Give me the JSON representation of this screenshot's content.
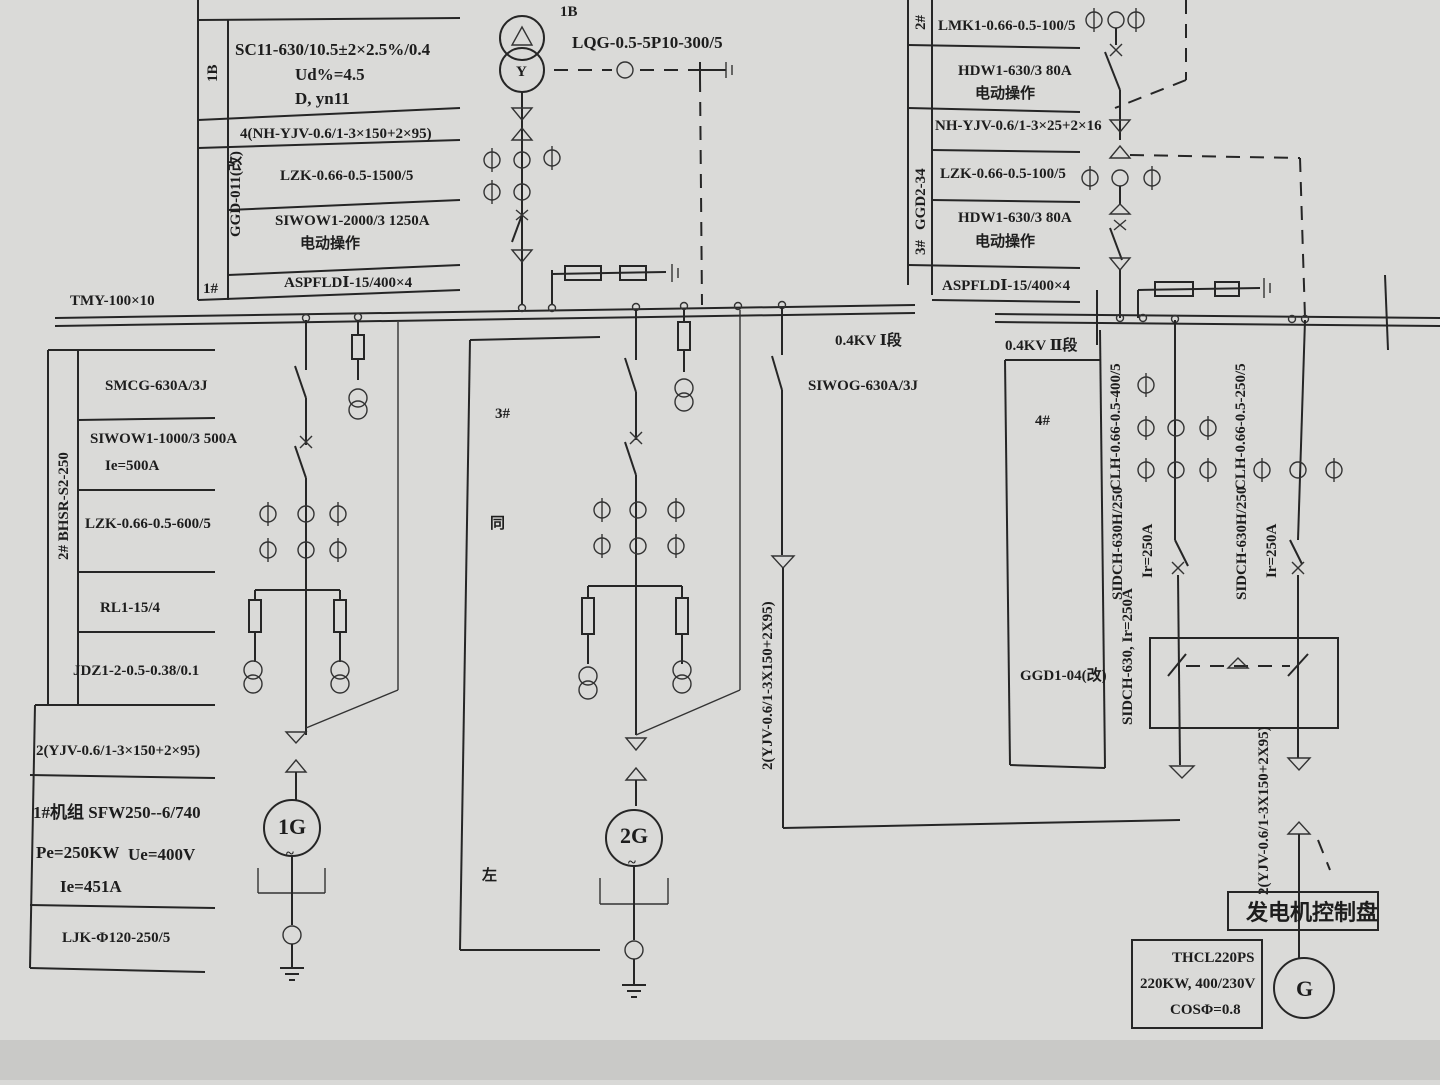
{
  "colors": {
    "paper": "#d9d9d7",
    "ink": "#262626"
  },
  "transformer": {
    "model": "SC11-630/10.5±2×2.5%/0.4",
    "ud": "Ud%=4.5",
    "conn": "D, yn11",
    "panel_side_label": "1B",
    "tag": "1B",
    "cable": "4(NH-YJV-0.6/1-3×150+2×95)"
  },
  "incomer_panel": {
    "side_label": "GGD-011(改)",
    "ct": "LZK-0.66-0.5-1500/5",
    "breaker": "SIWOW1-2000/3 1250A",
    "breaker_op": "电动操作",
    "arrester": "ASPFLDⅠ-15/400×4",
    "side_tag": "1#"
  },
  "top_ct": "LQG-0.5-5P10-300/5",
  "busbar": {
    "spec": "TMY-100×10",
    "section1": "0.4KV Ⅰ段",
    "section2": "0.4KV Ⅱ段"
  },
  "gen1_panel": {
    "side_label": "2# BHSR-S2-250",
    "switch": "SMCG-630A/3J",
    "breaker": "SIWOW1-1000/3 500A",
    "ie": "Ie=500A",
    "ct": "LZK-0.66-0.5-600/5",
    "fuse": "RL1-15/4",
    "pt": "JDZ1-2-0.5-0.38/0.1",
    "cable": "2(YJV-0.6/1-3×150+2×95)",
    "unit": "1#机组 SFW250--6/740",
    "pe": "Pe=250KW",
    "ue": "Ue=400V",
    "ie2": "Ie=451A",
    "ct2": "LJK-Φ120-250/5",
    "gen_label": "1G",
    "gen_sym": "~"
  },
  "gen2_panel": {
    "label_3": "3#",
    "label_same": "同",
    "label_left": "左",
    "switch": "SIWOG-630A/3J",
    "cable": "2(YJV-0.6/1-3X150+2X95)",
    "gen_label": "2G",
    "gen_sym": "~"
  },
  "right_top": {
    "side_label": "GGD2-34",
    "side_tag_top": "2#",
    "side_tag": "3#",
    "ct1": "LMK1-0.66-0.5-100/5",
    "hdw1": "HDW1-630/3 80A",
    "op1": "电动操作",
    "cable": "NH-YJV-0.6/1-3×25+2×16",
    "ct2": "LZK-0.66-0.5-100/5",
    "hdw2": "HDW1-630/3 80A",
    "op2": "电动操作",
    "arrester": "ASPFLDⅠ-15/400×4"
  },
  "right_panel": {
    "label_4": "4#",
    "ct_a": "CLH-0.66-0.5-400/5",
    "ct_b": "CLH-0.66-0.5-250/5",
    "brk_a": "SIDCH-630H/250",
    "brk_b": "SIDCH-630H/250",
    "ir_a": "Ir=250A",
    "ir_b": "Ir=250A",
    "ggd": "GGD1-04(改)",
    "interlock": "SIDCH-630, Ir=250A",
    "cable": "2(YJV-0.6/1-3X150+2X95)",
    "controller": "发电机控制盘",
    "gen_model": "THCL220PS",
    "gen_rating": "220KW, 400/230V",
    "gen_cos": "COSΦ=0.8",
    "gen_label": "G"
  }
}
